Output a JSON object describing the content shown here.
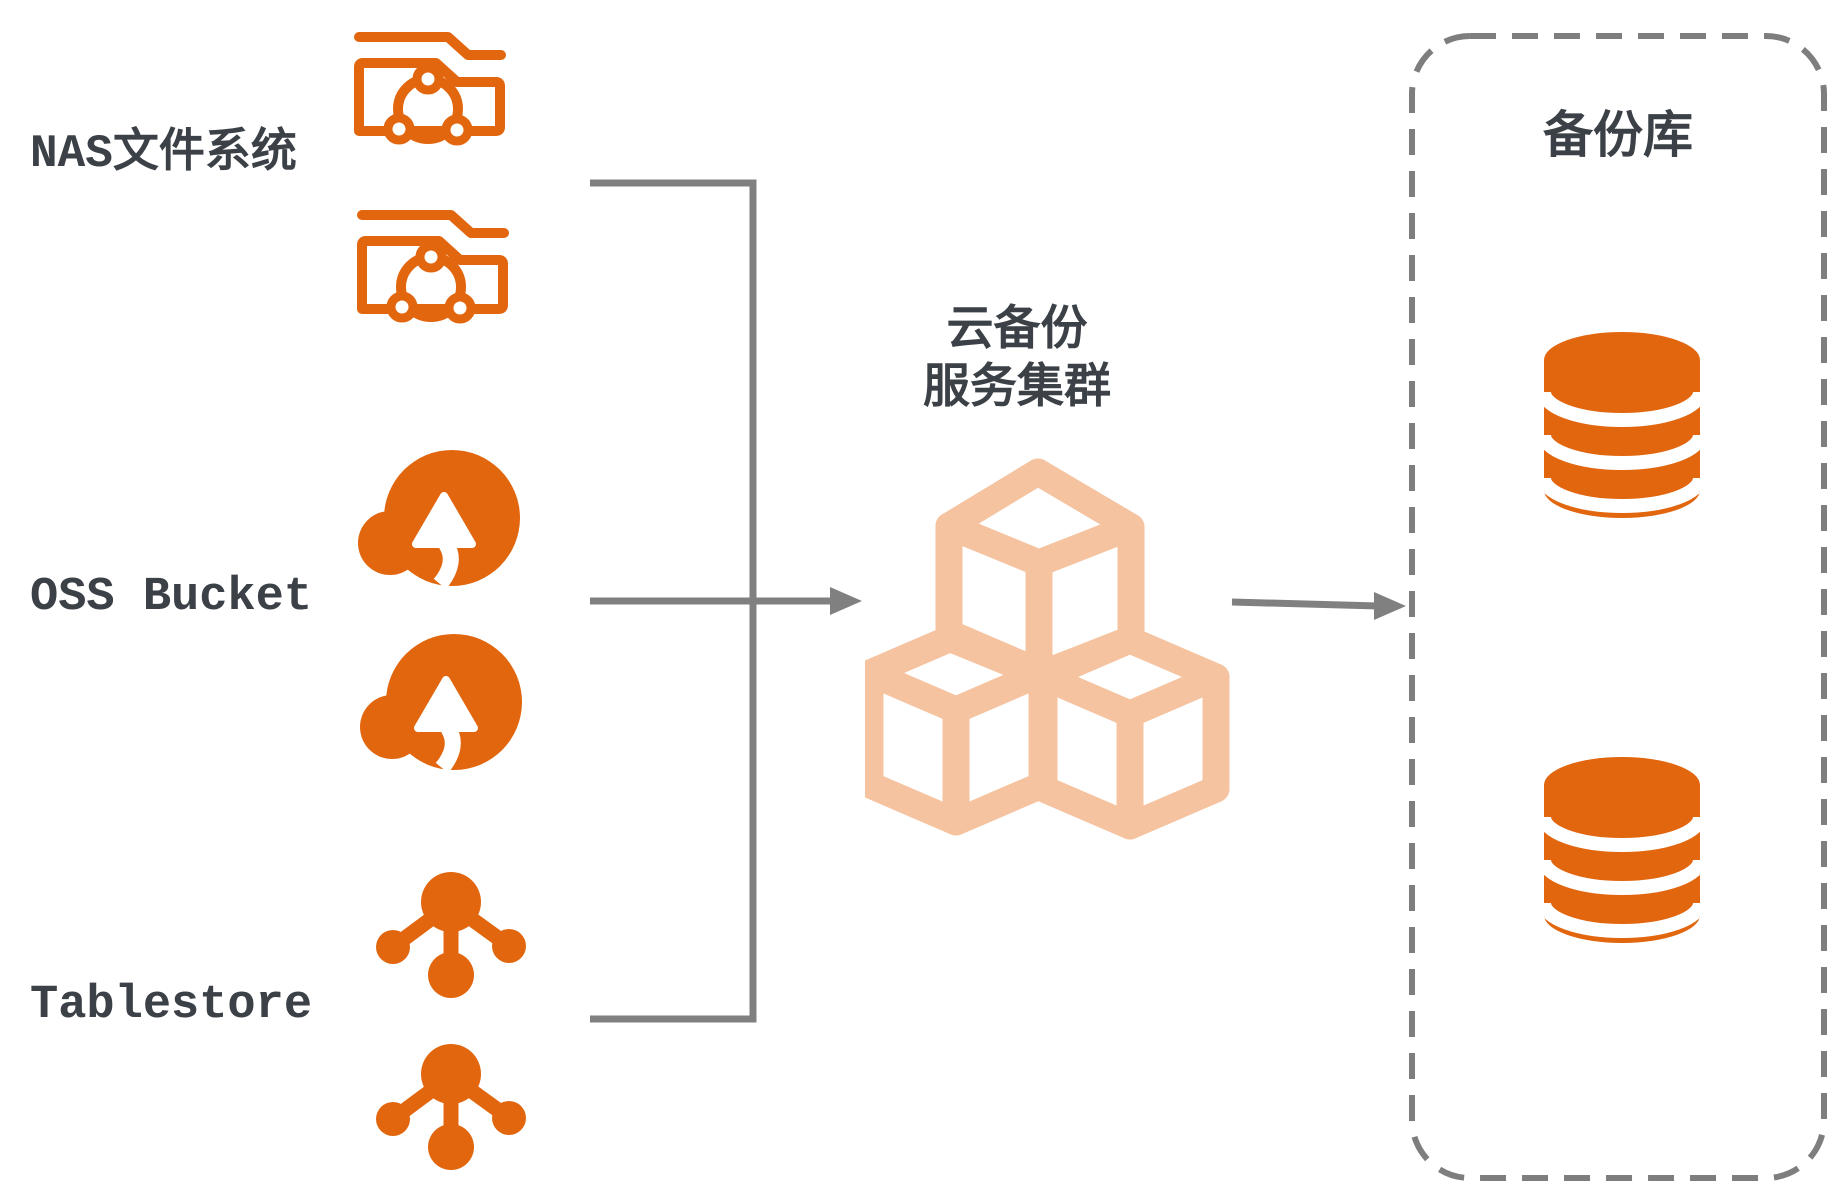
{
  "diagram": {
    "title": "cloud-backup-architecture",
    "colors": {
      "orange": "#E2660E",
      "peach": "#F5C3A0",
      "text": "#3C4148",
      "connector_gray": "#808080",
      "dashed_border_gray": "#7E7E7E"
    },
    "sources": {
      "nas": {
        "label_latin": "NAS",
        "label_cjk": "文件系统",
        "icon": "nas-folder-share-icon",
        "icon_count": 2
      },
      "oss": {
        "label": "OSS Bucket",
        "icon": "oss-cloud-upload-icon",
        "icon_count": 2
      },
      "tablestore": {
        "label": "Tablestore",
        "icon": "tablestore-nodes-icon",
        "icon_count": 2
      }
    },
    "cluster": {
      "label_line1": "云备份",
      "label_line2": "服务集群",
      "icon": "cubes-cluster-icon"
    },
    "backup_vault": {
      "label": "备份库",
      "icon": "database-cylinder-icon",
      "icon_count": 2
    }
  }
}
